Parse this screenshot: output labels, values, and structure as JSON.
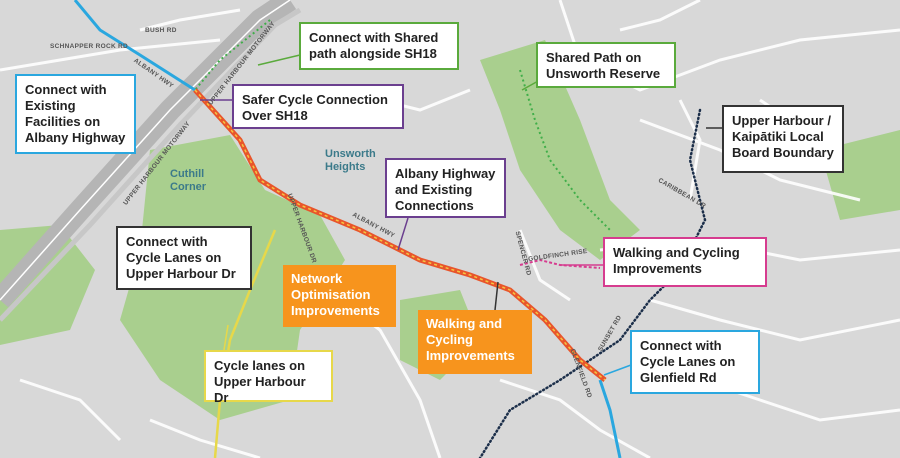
{
  "map": {
    "callouts": {
      "connect_albany": "Connect with Existing Facilities on Albany Highway",
      "connect_shared_sh18": "Connect with Shared path alongside SH18",
      "safer_cycle": "Safer Cycle Connection Over SH18",
      "shared_unsworth": "Shared Path on Unsworth Reserve",
      "board_boundary": "Upper Harbour / Kaipātiki Local Board Boundary",
      "albany_existing": "Albany Highway and Existing Connections",
      "connect_upper_harbour": "Connect with Cycle Lanes on Upper Harbour Dr",
      "network_opt": "Network Optimisation Improvements",
      "walking_cycling_orange": "Walking and Cycling Improvements",
      "walking_cycling_pink": "Walking and Cycling Improvements",
      "cycle_lanes_upper": "Cycle lanes on Upper Harbour Dr",
      "connect_glenfield": "Connect with Cycle Lanes on Glenfield Rd"
    },
    "places": {
      "unsworth": "Unsworth Heights",
      "cuthill": "Cuthill Corner"
    },
    "roads": {
      "schnapper": "SCHNAPPER ROCK RD",
      "bush": "BUSH RD",
      "albany_hwy_top": "ALBANY HWY",
      "albany_hwy_mid": "ALBANY HWY",
      "motorway1": "UPPER HARBOUR MOTORWAY",
      "motorway2": "UPPER HARBOUR MOTORWAY",
      "upper_harbour_dr": "UPPER HARBOUR DR",
      "goldfinch": "GOLDFINCH RISE",
      "spencer": "SPENCER RD",
      "sunset": "SUNSET RD",
      "glenfield": "GLENFIELD RD",
      "caribbean": "CARIBBEAN DR"
    },
    "colors": {
      "background": "#d8d8d8",
      "park": "#a9cf8e",
      "route": "#e8552b",
      "route_dash": "#f5c542",
      "callout_orange": "#f7941d"
    }
  }
}
